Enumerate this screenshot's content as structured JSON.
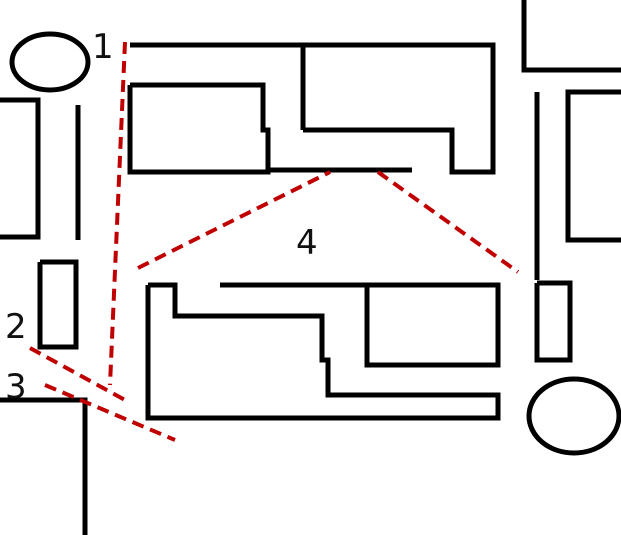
{
  "labels": [
    "1",
    "2",
    "3",
    "4"
  ],
  "colors": {
    "walls": "#000000",
    "dashed_lines": "#c00000"
  }
}
